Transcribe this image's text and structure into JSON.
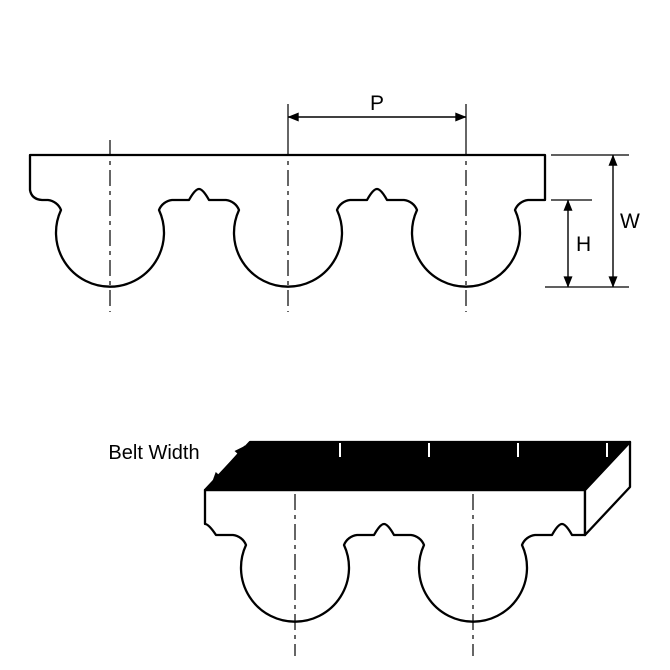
{
  "figure": {
    "type": "technical-diagram",
    "subject": "timing-belt-tooth-profile-and-3d-view",
    "background_color": "#ffffff",
    "line_color": "#000000",
    "belt_top_fill": "#000000",
    "labels": {
      "pitch": "P",
      "belt_thickness": "W",
      "tooth_height": "H",
      "belt_width": "Belt Width"
    }
  }
}
